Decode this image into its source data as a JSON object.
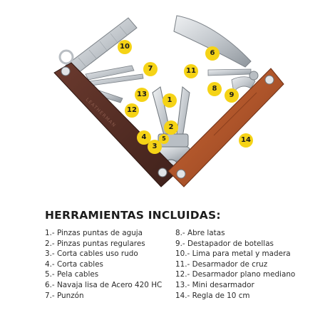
{
  "title": "HERRAMIENTAS INCLUIDAS:",
  "engraving": "LEATHERMAN",
  "tools_left": [
    "1.- Pinzas puntas de aguja",
    "2.- Pinzas puntas regulares",
    "3.- Corta cables uso rudo",
    "4.- Corta cables",
    "5.- Pela cables",
    "6.- Navaja lisa de Acero 420 HC",
    "7.- Punzón"
  ],
  "tools_right": [
    "8.- Abre latas",
    "9.- Destapador de botellas",
    "10.- Lima para metal y madera",
    "11.- Desarmador de cruz",
    "12.- Desarmador plano mediano",
    "13.- Mini desarmador",
    "14.- Regla de 10 cm"
  ],
  "callouts": [
    "1",
    "2",
    "3",
    "4",
    "5",
    "6",
    "7",
    "8",
    "9",
    "10",
    "11",
    "12",
    "13",
    "14"
  ],
  "colors": {
    "badge": "#f5d316",
    "left_handle": "#5a3026",
    "right_handle": "#b8582c",
    "steel": "#c9cdd1",
    "text": "#2a2a2a"
  }
}
